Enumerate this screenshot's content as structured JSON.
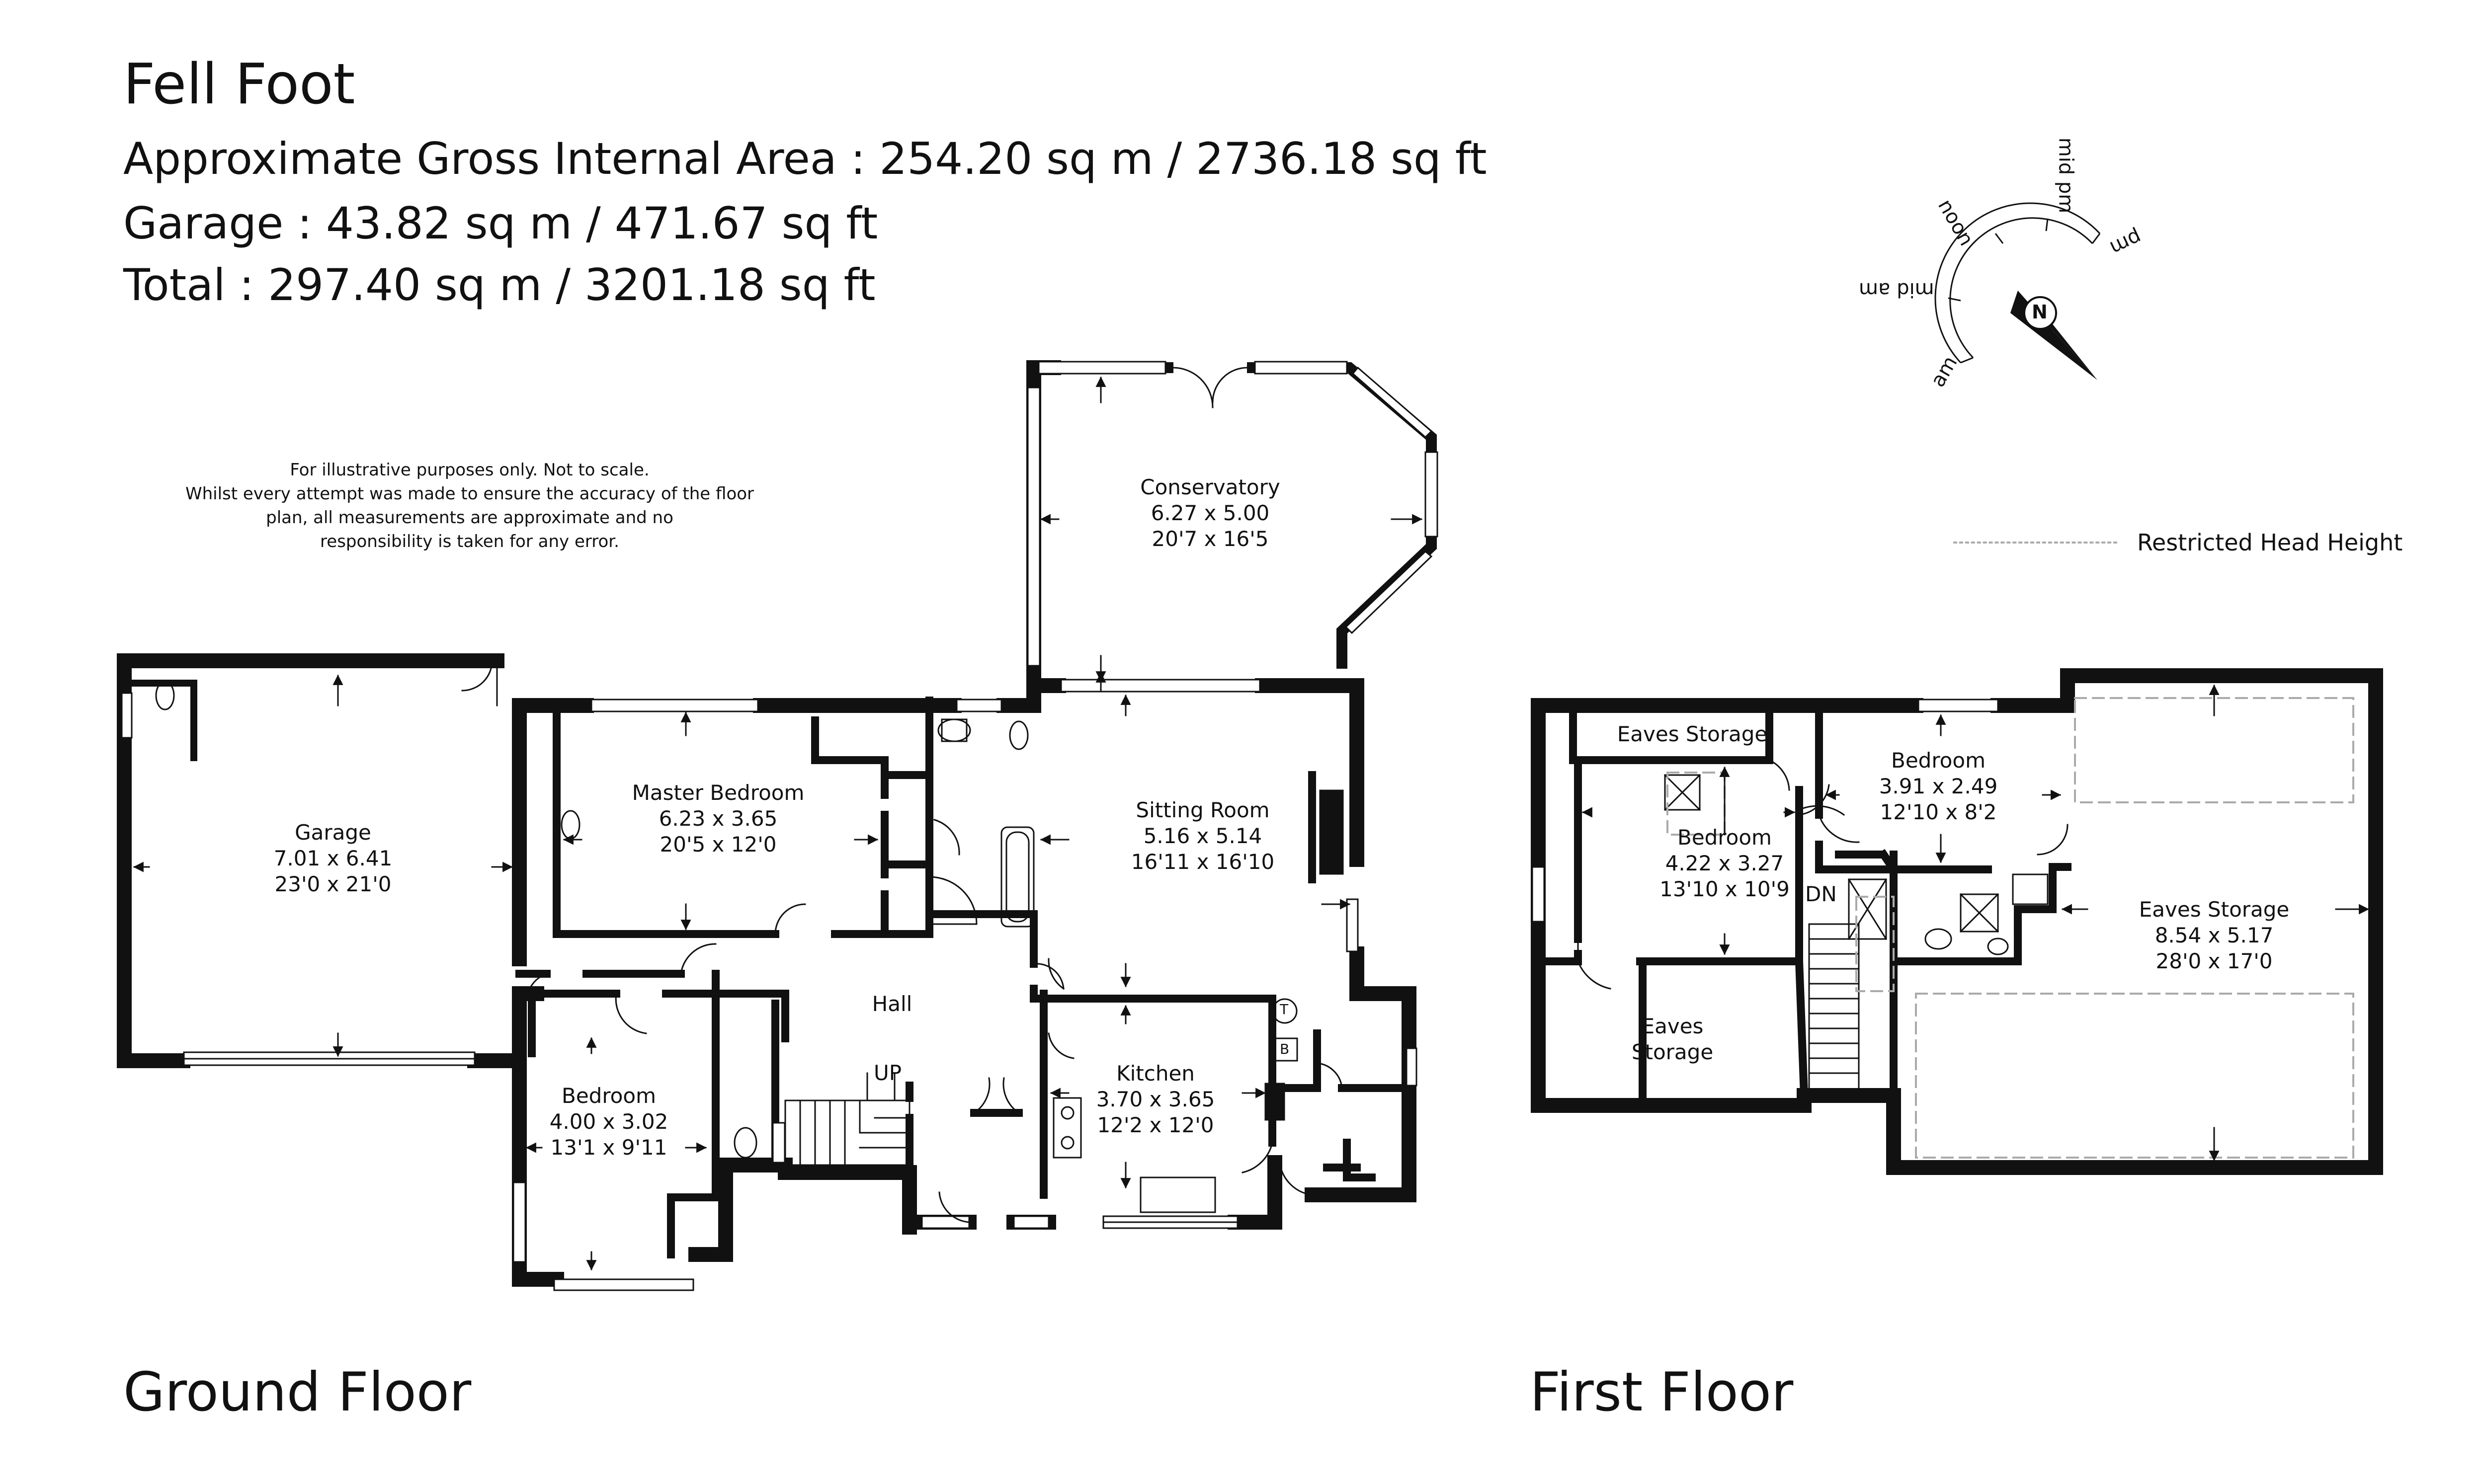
{
  "header": {
    "title": "Fell Foot",
    "area_gross": "Approximate Gross Internal Area : 254.20 sq m / 2736.18 sq ft",
    "area_garage": "Garage : 43.82 sq m / 471.67 sq ft",
    "area_total": "Total : 297.40 sq m / 3201.18 sq ft"
  },
  "disclaimer": "For illustrative purposes only. Not to scale.\nWhilst every attempt was made to ensure the accuracy of the floor\nplan, all measurements are approximate and no\nresponsibility is taken for any error.",
  "legend": {
    "restricted_head_height": "Restricted Head Height"
  },
  "compass": {
    "north": "N",
    "am": "am",
    "mid_am": "mid am",
    "noon": "noon",
    "mid_pm": "mid pm",
    "pm": "pm"
  },
  "floors": {
    "ground": "Ground Floor",
    "first": "First Floor"
  },
  "rooms": {
    "garage": {
      "name": "Garage",
      "metric": "7.01 x 6.41",
      "imperial": "23'0 x 21'0"
    },
    "master": {
      "name": "Master Bedroom",
      "metric": "6.23 x 3.65",
      "imperial": "20'5 x 12'0"
    },
    "conservatory": {
      "name": "Conservatory",
      "metric": "6.27 x 5.00",
      "imperial": "20'7 x 16'5"
    },
    "sitting": {
      "name": "Sitting Room",
      "metric": "5.16 x 5.14",
      "imperial": "16'11 x 16'10"
    },
    "hall": {
      "name": "Hall"
    },
    "kitchen": {
      "name": "Kitchen",
      "metric": "3.70 x 3.65",
      "imperial": "12'2 x 12'0"
    },
    "bedroom_gf": {
      "name": "Bedroom",
      "metric": "4.00 x 3.02",
      "imperial": "13'1 x 9'11"
    },
    "bedroom_ff1": {
      "name": "Bedroom",
      "metric": "4.22 x 3.27",
      "imperial": "13'10 x 10'9"
    },
    "bedroom_ff2": {
      "name": "Bedroom",
      "metric": "3.91 x 2.49",
      "imperial": "12'10 x 8'2"
    },
    "eaves_big": {
      "name": "Eaves Storage",
      "metric": "8.54 x 5.17",
      "imperial": "28'0 x 17'0"
    },
    "eaves_top": {
      "name": "Eaves Storage"
    },
    "eaves_small": {
      "name": "Eaves",
      "name2": "Storage"
    }
  },
  "labels": {
    "up": "UP",
    "dn": "DN",
    "tank": "T",
    "boiler": "B"
  }
}
